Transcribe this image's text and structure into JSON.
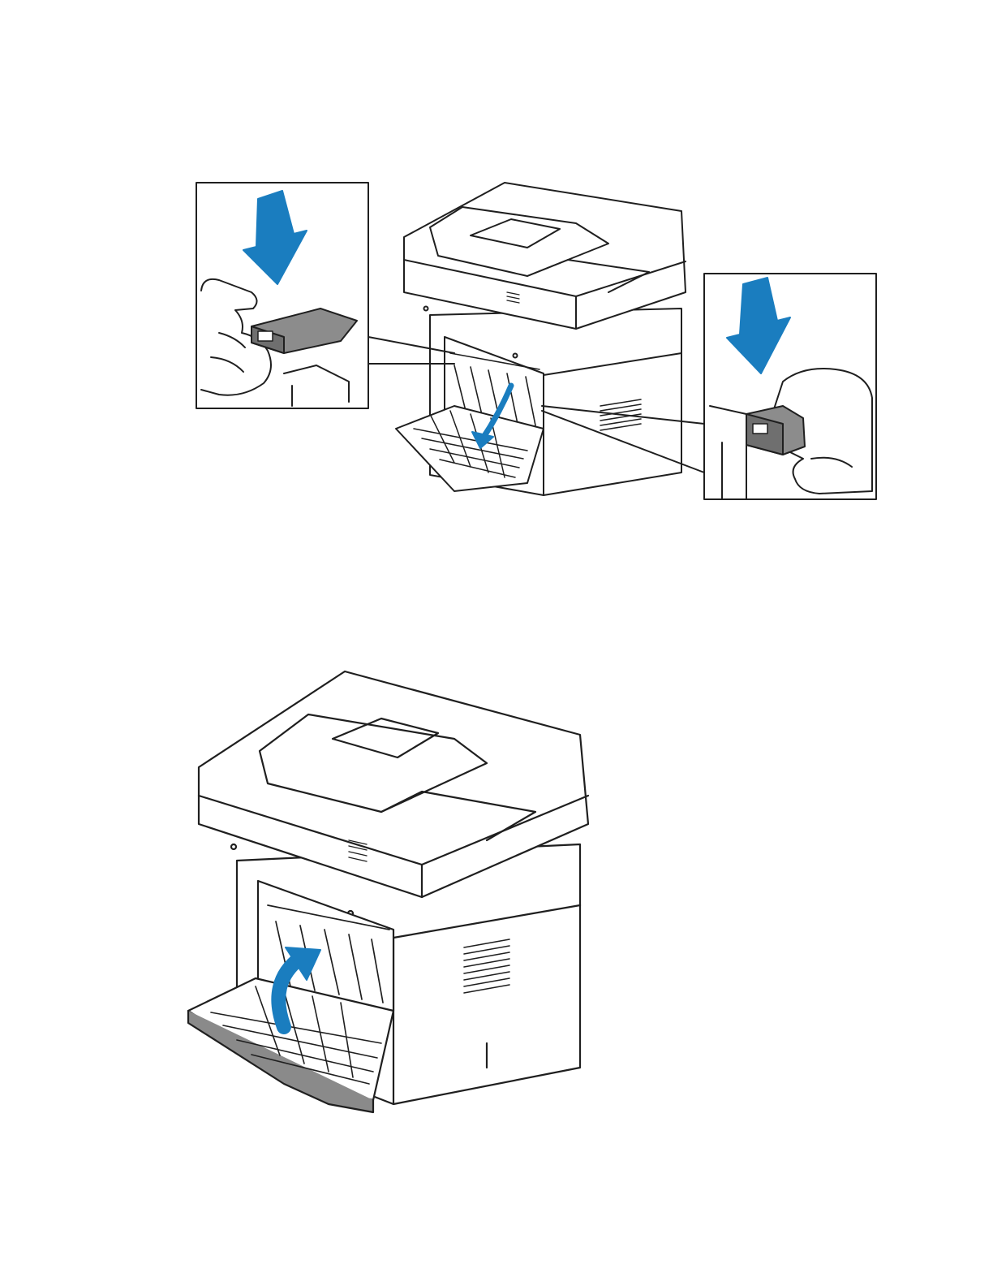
{
  "page": {
    "background": "#ffffff"
  },
  "figures": [
    {
      "name": "figure-release-fuser-levers",
      "arrow_color": "#1a7dbf",
      "insets": [
        "left-lever-detail",
        "right-lever-detail"
      ]
    },
    {
      "name": "figure-close-rear-door",
      "arrow_color": "#1a7dbf"
    }
  ],
  "colors": {
    "accent_blue": "#1a7dbf",
    "line": "#1f1f1f",
    "lever_gray": "#7d7d7d",
    "door_gray": "#8a8a8a"
  },
  "icons": [
    "down-arrow-icon",
    "curved-arrow-icon"
  ]
}
